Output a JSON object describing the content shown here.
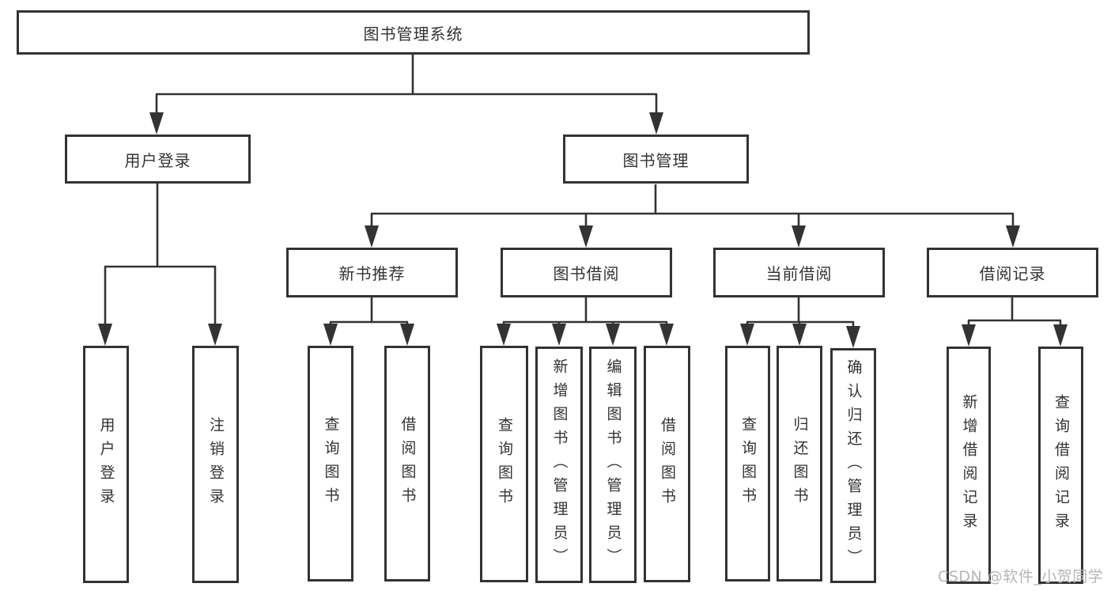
{
  "diagram": {
    "root": {
      "label": "图书管理系统",
      "children": [
        {
          "label": "用户登录",
          "children": [
            {
              "label": "用户登录"
            },
            {
              "label": "注销登录"
            }
          ]
        },
        {
          "label": "图书管理",
          "children": [
            {
              "label": "新书推荐",
              "children": [
                {
                  "label": "查询图书"
                },
                {
                  "label": "借阅图书"
                }
              ]
            },
            {
              "label": "图书借阅",
              "children": [
                {
                  "label": "查询图书"
                },
                {
                  "label": "新增图书（管理员）"
                },
                {
                  "label": "编辑图书（管理员）"
                },
                {
                  "label": "借阅图书"
                }
              ]
            },
            {
              "label": "当前借阅",
              "children": [
                {
                  "label": "查询图书"
                },
                {
                  "label": "归还图书"
                },
                {
                  "label": "确认归还（管理员）"
                }
              ]
            },
            {
              "label": "借阅记录",
              "children": [
                {
                  "label": "新增借阅记录"
                },
                {
                  "label": "查询借阅记录"
                }
              ]
            }
          ]
        }
      ]
    }
  },
  "watermark": {
    "text": "CSDN @软件_小贺同学",
    "color": "#b5b5b5"
  },
  "colors": {
    "line": "#333333",
    "box_border": "#333333",
    "box_fill": "#ffffff",
    "text": "#333333",
    "background": "#ffffff"
  }
}
